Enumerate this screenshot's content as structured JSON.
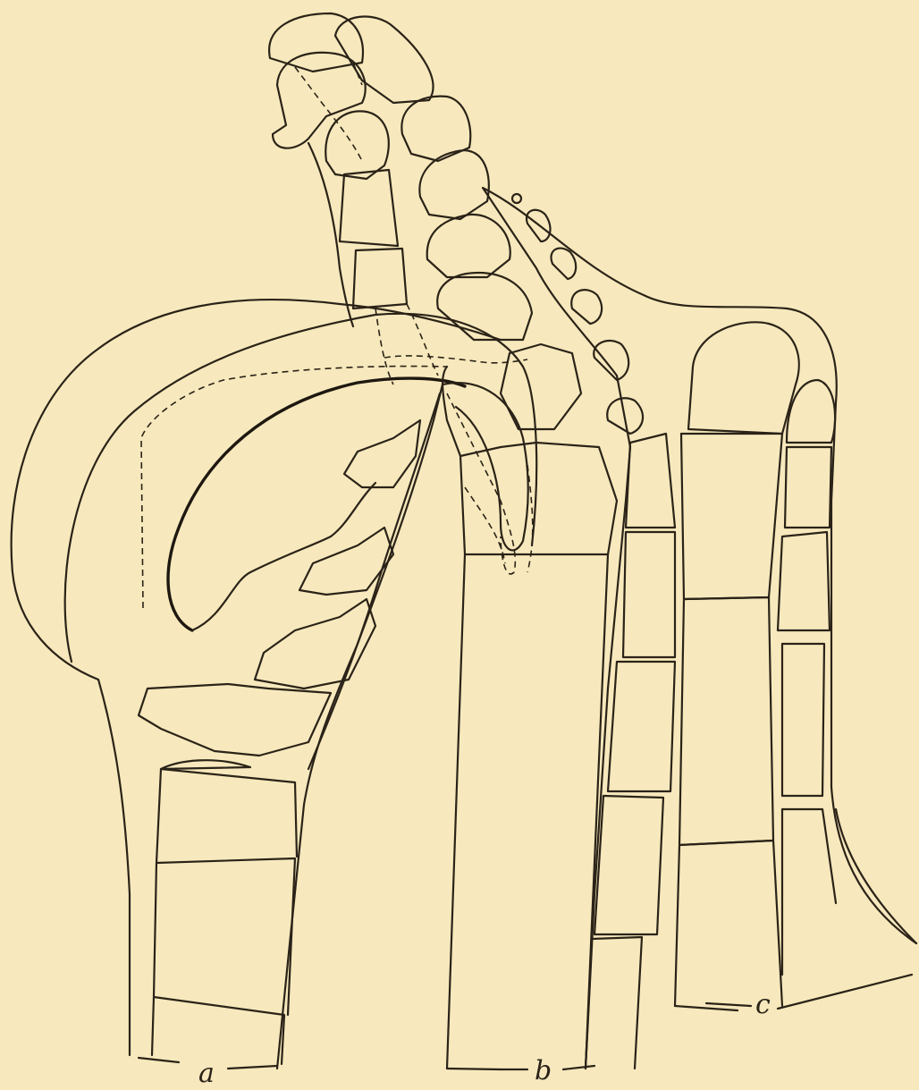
{
  "figure": {
    "labels": [
      "a",
      "b",
      "c"
    ],
    "colors": {
      "paper": "#f7e9bd",
      "ink": "#2b2318"
    }
  }
}
